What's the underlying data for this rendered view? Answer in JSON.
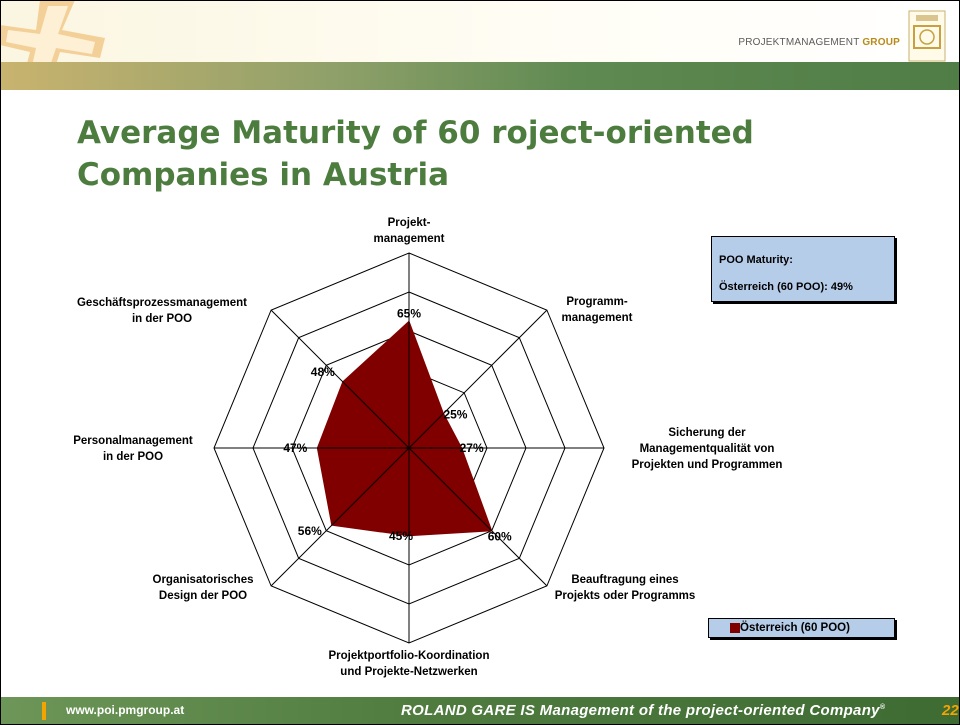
{
  "header": {
    "brand_prefix": "PROJEKTMANAGEMENT",
    "brand_suffix": "GROUP"
  },
  "title": "Average Maturity of 60 roject-oriented Companies in Austria",
  "maturity_box": {
    "title": "POO Maturity:",
    "value": "Österreich (60 POO): 49%"
  },
  "footer": {
    "url": "www.poi.pmgroup.at",
    "text": "ROLAND GARE IS Management of the project-oriented Company",
    "text_mark": "®",
    "page": "22"
  },
  "chart_data": {
    "type": "radar",
    "title": "",
    "categories": [
      [
        "Projekt-",
        "management"
      ],
      [
        "Programm-",
        "management"
      ],
      [
        "Sicherung der",
        "Managementqualität von",
        "Projekten und Programmen"
      ],
      [
        "Beauftragung eines",
        "Projekts oder Programms"
      ],
      [
        "Projektportfolio-Koordination",
        "und Projekte-Netzwerken"
      ],
      [
        "Organisatorisches",
        "Design der POO"
      ],
      [
        "Personalmanagement",
        "in der POO"
      ],
      [
        "Geschäftsprozessmanagement",
        "in der POO"
      ]
    ],
    "series": [
      {
        "name": "Österreich (60 POO)",
        "values": [
          65,
          25,
          27,
          60,
          45,
          56,
          47,
          48
        ]
      }
    ],
    "data_labels": [
      "65%",
      "25%",
      "27%",
      "60%",
      "45%",
      "56%",
      "47%",
      "48%"
    ],
    "rlim": [
      0,
      100
    ],
    "grid_rings": 5,
    "legend_position": "bottom-right",
    "fill_color": "#800000"
  }
}
